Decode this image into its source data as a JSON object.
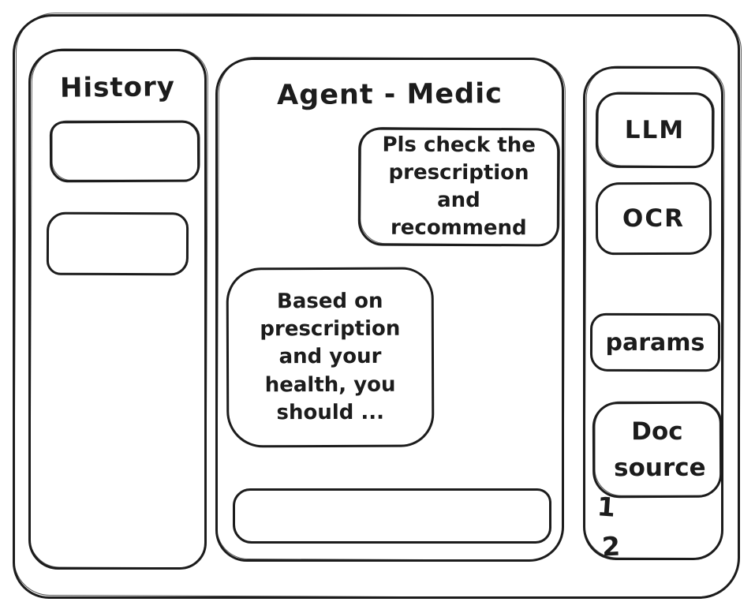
{
  "theme": {
    "background": "#ffffff",
    "stroke": "#1c1c1c"
  },
  "left_sidebar": {
    "title": "History",
    "items": [
      {
        "label": ""
      },
      {
        "label": ""
      }
    ]
  },
  "chat": {
    "title": "Agent - Medic",
    "messages": [
      {
        "role": "user",
        "text": "Pls check the prescription and recommend"
      },
      {
        "role": "assistant",
        "text": "Based on prescription and your health, you should ..."
      }
    ],
    "input": {
      "value": "",
      "placeholder": ""
    }
  },
  "right_sidebar": {
    "buttons": [
      {
        "label": "LLM"
      },
      {
        "label": "OCR"
      },
      {
        "label": "params"
      },
      {
        "label": "Doc source"
      }
    ],
    "doc_sources": [
      "1",
      "2"
    ]
  }
}
